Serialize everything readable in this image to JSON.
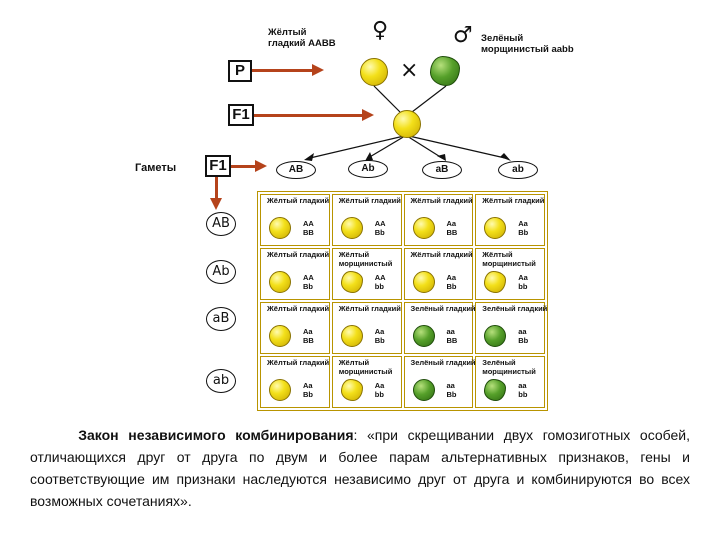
{
  "parents": {
    "female_label": "Жёлтый\nгладкий AABB",
    "male_label": "Зелёный\nморщинистый aabb",
    "female_symbol": "♀",
    "male_symbol": "♂",
    "cross_symbol": "×"
  },
  "generations": {
    "p": "P",
    "f1": "F1",
    "f1_gametes": "F1"
  },
  "gametes_label": "Гаметы",
  "gametes_top": [
    "AB",
    "Ab",
    "aB",
    "ab"
  ],
  "gametes_side": [
    "AB",
    "Ab",
    "aB",
    "ab"
  ],
  "punnett": [
    [
      {
        "phenotype": "Жёлтый гладкий",
        "genotype": "AA\nBB",
        "color": "yellow",
        "shape": "smooth"
      },
      {
        "phenotype": "Жёлтый гладкий",
        "genotype": "AA\nBb",
        "color": "yellow",
        "shape": "smooth"
      },
      {
        "phenotype": "Жёлтый гладкий",
        "genotype": "Aa\nBB",
        "color": "yellow",
        "shape": "smooth"
      },
      {
        "phenotype": "Жёлтый гладкий",
        "genotype": "Aa\nBb",
        "color": "yellow",
        "shape": "smooth"
      }
    ],
    [
      {
        "phenotype": "Жёлтый гладкий",
        "genotype": "AA\nBb",
        "color": "yellow",
        "shape": "smooth"
      },
      {
        "phenotype": "Жёлтый морщинистый",
        "genotype": "AA\nbb",
        "color": "yellow",
        "shape": "wrinkled"
      },
      {
        "phenotype": "Жёлтый гладкий",
        "genotype": "Aa\nBb",
        "color": "yellow",
        "shape": "smooth"
      },
      {
        "phenotype": "Жёлтый морщинистый",
        "genotype": "Aa\nbb",
        "color": "yellow",
        "shape": "wrinkled"
      }
    ],
    [
      {
        "phenotype": "Жёлтый гладкий",
        "genotype": "Aa\nBB",
        "color": "yellow",
        "shape": "smooth"
      },
      {
        "phenotype": "Жёлтый гладкий",
        "genotype": "Aa\nBb",
        "color": "yellow",
        "shape": "smooth"
      },
      {
        "phenotype": "Зелёный гладкий",
        "genotype": "aa\nBB",
        "color": "green",
        "shape": "smooth"
      },
      {
        "phenotype": "Зелёный гладкий",
        "genotype": "aa\nBb",
        "color": "green",
        "shape": "smooth"
      }
    ],
    [
      {
        "phenotype": "Жёлтый гладкий",
        "genotype": "Aa\nBb",
        "color": "yellow",
        "shape": "smooth"
      },
      {
        "phenotype": "Жёлтый морщинистый",
        "genotype": "Aa\nbb",
        "color": "yellow",
        "shape": "wrinkled"
      },
      {
        "phenotype": "Зелёный гладкий",
        "genotype": "aa\nBb",
        "color": "green",
        "shape": "smooth"
      },
      {
        "phenotype": "Зелёный морщинистый",
        "genotype": "aa\nbb",
        "color": "green",
        "shape": "wrinkled"
      }
    ]
  ],
  "caption": {
    "law_title": "Закон независимого комбинирования",
    "text": ": «при скрещивании двух гомозиготных особей, отличающихся друг от друга по двум и более парам альтернативных признаков, гены и соответствующие им признаки наследуются независимо друг от друга и комбинируются во всех возможных сочетаниях»."
  },
  "colors": {
    "arrow": "#b5431b",
    "grid_border": "#b89400",
    "yellow_pea": "#f3e01a",
    "green_pea": "#56a02a"
  }
}
